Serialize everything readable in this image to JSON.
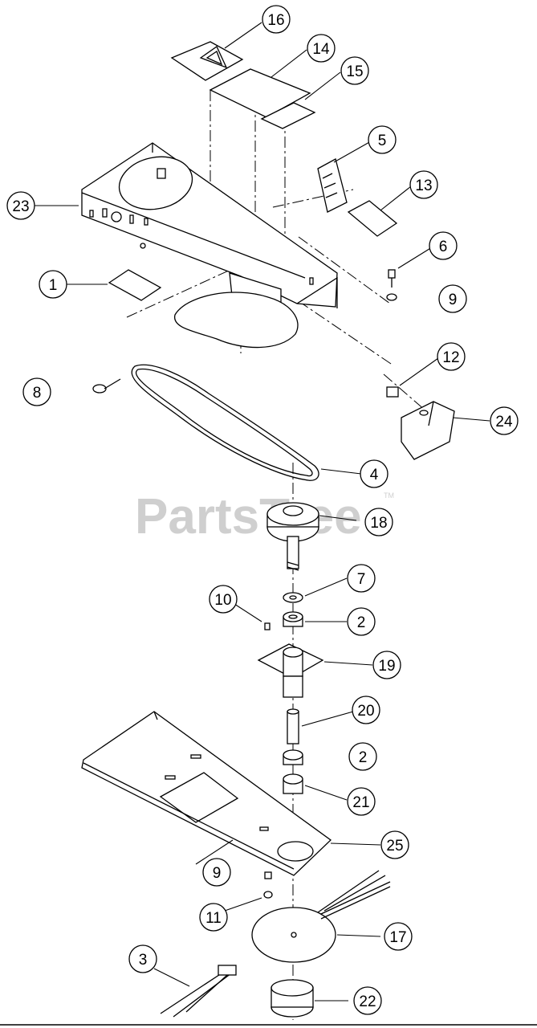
{
  "watermark": {
    "brand": "PartsTree",
    "trademark": "TM"
  },
  "callouts": [
    {
      "label": "16"
    },
    {
      "label": "14"
    },
    {
      "label": "15"
    },
    {
      "label": "5"
    },
    {
      "label": "23"
    },
    {
      "label": "13"
    },
    {
      "label": "6"
    },
    {
      "label": "1"
    },
    {
      "label": "9"
    },
    {
      "label": "12"
    },
    {
      "label": "8"
    },
    {
      "label": "24"
    },
    {
      "label": "4"
    },
    {
      "label": "18"
    },
    {
      "label": "7"
    },
    {
      "label": "10"
    },
    {
      "label": "2"
    },
    {
      "label": "19"
    },
    {
      "label": "20"
    },
    {
      "label": "2"
    },
    {
      "label": "21"
    },
    {
      "label": "25"
    },
    {
      "label": "9"
    },
    {
      "label": "11"
    },
    {
      "label": "17"
    },
    {
      "label": "3"
    },
    {
      "label": "22"
    }
  ]
}
